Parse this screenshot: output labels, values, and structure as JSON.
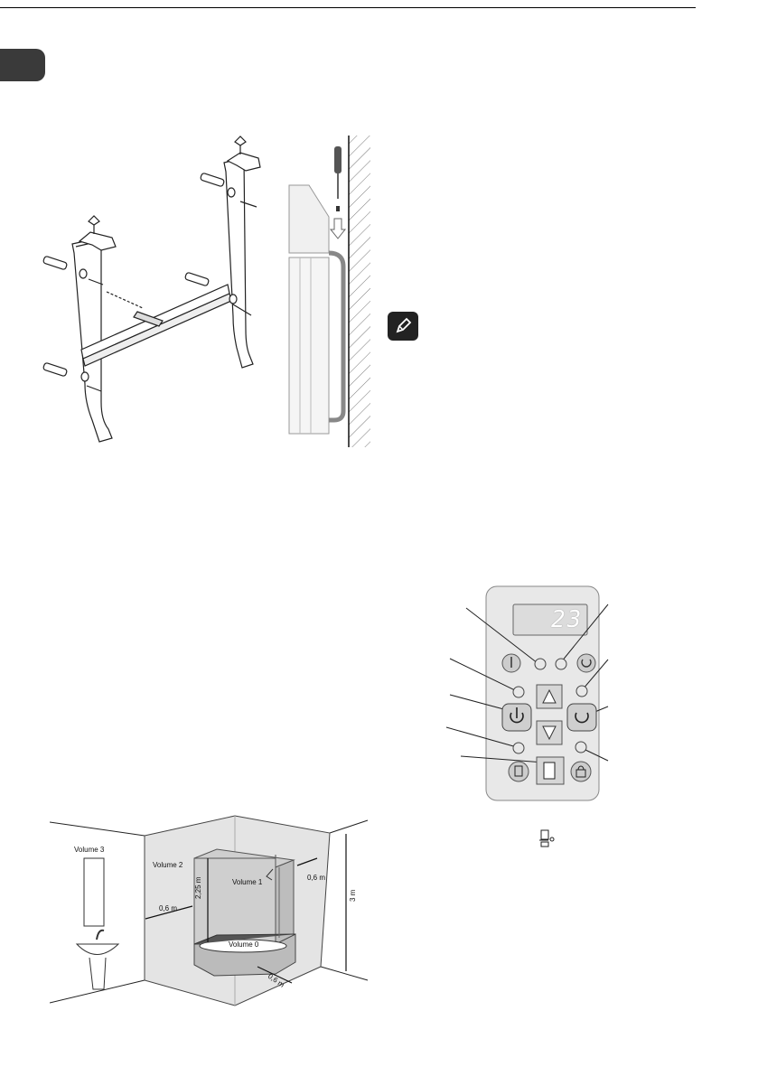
{
  "page": {
    "lang_tab": ""
  },
  "controls": {
    "display_value": "23"
  },
  "bathroom": {
    "volume3": "Volume 3",
    "volume2": "Volume 2",
    "volume1": "Volume 1",
    "volume0": "Volume 0",
    "dist_left": "0,6 m",
    "dist_right": "0,6 m",
    "dist_bottom": "0,6 m",
    "height_shower": "2,25 m",
    "height_room": "3 m"
  }
}
